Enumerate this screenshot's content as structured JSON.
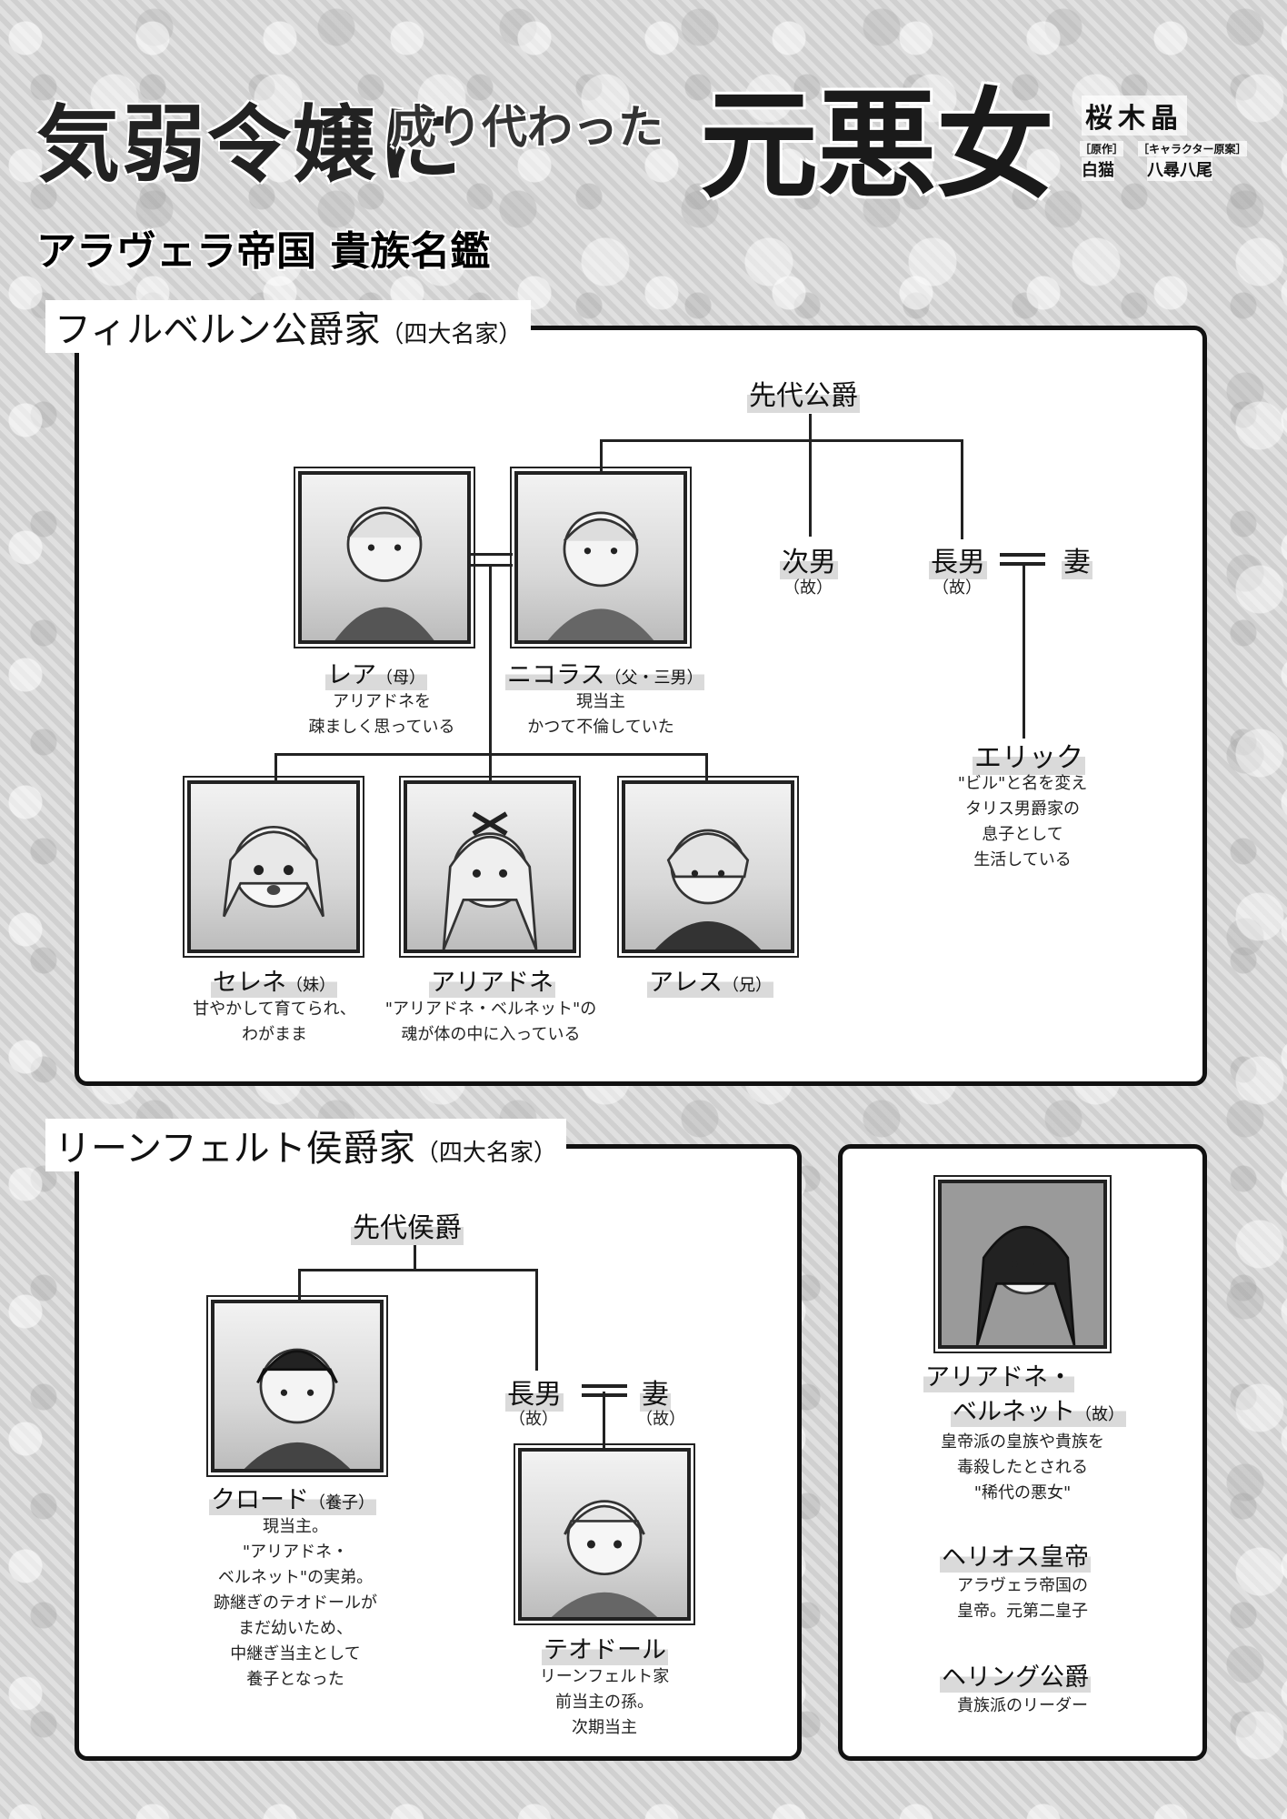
{
  "header": {
    "title_part1": "気弱令嬢に",
    "title_part2": "成り代わった",
    "title_part3": "元悪女",
    "author": "桜木晶",
    "credit_original_label": "［原作］",
    "credit_original_name": "白猫",
    "credit_character_label": "［キャラクター原案］",
    "credit_character_name": "八尋八尾"
  },
  "page_heading": "アラヴェラ帝国 貴族名鑑",
  "filbern": {
    "title": "フィルベルン公爵家",
    "subtitle": "（四大名家）",
    "top_node": "先代公爵",
    "second_son": "次男",
    "second_son_status": "（故）",
    "eldest_son": "長男",
    "eldest_son_status": "（故）",
    "wife": "妻",
    "rea": {
      "name": "レア",
      "relation": "（母）",
      "desc1": "アリアドネを",
      "desc2": "疎ましく思っている"
    },
    "nicolas": {
      "name": "ニコラス",
      "relation": "（父・三男）",
      "desc1": "現当主",
      "desc2": "かつて不倫していた"
    },
    "eric": {
      "name": "エリック",
      "desc1": "\"ビル\"と名を変え",
      "desc2": "タリス男爵家の",
      "desc3": "息子として",
      "desc4": "生活している"
    },
    "selene": {
      "name": "セレネ",
      "relation": "（妹）",
      "desc1": "甘やかして育てられ、",
      "desc2": "わがまま"
    },
    "ariadne": {
      "name": "アリアドネ",
      "desc1": "\"アリアドネ・ベルネット\"の",
      "desc2": "魂が体の中に入っている"
    },
    "ares": {
      "name": "アレス",
      "relation": "（兄）"
    }
  },
  "leenfeld": {
    "title": "リーンフェルト侯爵家",
    "subtitle": "（四大名家）",
    "top_node": "先代侯爵",
    "eldest_son": "長男",
    "eldest_son_status": "（故）",
    "wife": "妻",
    "wife_status": "（故）",
    "claude": {
      "name": "クロード",
      "relation": "（養子）",
      "desc": [
        "現当主。",
        "\"アリアドネ・",
        "ベルネット\"の実弟。",
        "跡継ぎのテオドールが",
        "まだ幼いため、",
        "中継ぎ当主として",
        "養子となった"
      ]
    },
    "theodore": {
      "name": "テオドール",
      "desc": [
        "リーンフェルト家",
        "前当主の孫。",
        "次期当主"
      ]
    }
  },
  "others": {
    "ariadne_bernet": {
      "name1": "アリアドネ・",
      "name2": "ベルネット",
      "status": "（故）",
      "desc": [
        "皇帝派の皇族や貴族を",
        "毒殺したとされる",
        "\"稀代の悪女\""
      ]
    },
    "helios": {
      "name": "ヘリオス皇帝",
      "desc": [
        "アラヴェラ帝国の",
        "皇帝。元第二皇子"
      ]
    },
    "helling": {
      "name": "ヘリング公爵",
      "desc": [
        "貴族派のリーダー"
      ]
    }
  }
}
